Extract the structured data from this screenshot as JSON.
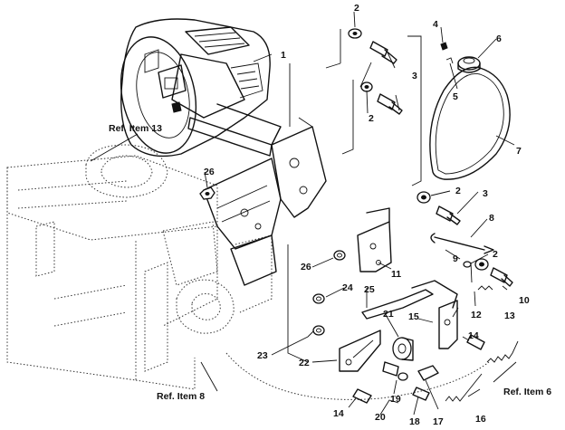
{
  "callouts": [
    {
      "id": "c1",
      "text": "1"
    },
    {
      "id": "c2a",
      "text": "2"
    },
    {
      "id": "c2b",
      "text": "2"
    },
    {
      "id": "c2c",
      "text": "2"
    },
    {
      "id": "c2d",
      "text": "2"
    },
    {
      "id": "c3a",
      "text": "3"
    },
    {
      "id": "c3b",
      "text": "3"
    },
    {
      "id": "c4",
      "text": "4"
    },
    {
      "id": "c5",
      "text": "5"
    },
    {
      "id": "c6",
      "text": "6"
    },
    {
      "id": "c7",
      "text": "7"
    },
    {
      "id": "c8",
      "text": "8"
    },
    {
      "id": "c9",
      "text": "9"
    },
    {
      "id": "c10",
      "text": "10"
    },
    {
      "id": "c11",
      "text": "11"
    },
    {
      "id": "c12",
      "text": "12"
    },
    {
      "id": "c13",
      "text": "13"
    },
    {
      "id": "c14a",
      "text": "14"
    },
    {
      "id": "c14b",
      "text": "14"
    },
    {
      "id": "c15",
      "text": "15"
    },
    {
      "id": "c16",
      "text": "16"
    },
    {
      "id": "c17",
      "text": "17"
    },
    {
      "id": "c18",
      "text": "18"
    },
    {
      "id": "c19",
      "text": "19"
    },
    {
      "id": "c20",
      "text": "20"
    },
    {
      "id": "c21",
      "text": "21"
    },
    {
      "id": "c22",
      "text": "22"
    },
    {
      "id": "c23",
      "text": "23"
    },
    {
      "id": "c24",
      "text": "24"
    },
    {
      "id": "c25",
      "text": "25"
    },
    {
      "id": "c26a",
      "text": "26"
    },
    {
      "id": "c26b",
      "text": "26"
    }
  ],
  "references": [
    {
      "id": "ref13",
      "text": "Ref. Item 13"
    },
    {
      "id": "ref8",
      "text": "Ref. Item 8"
    },
    {
      "id": "ref6",
      "text": "Ref. Item 6"
    }
  ]
}
